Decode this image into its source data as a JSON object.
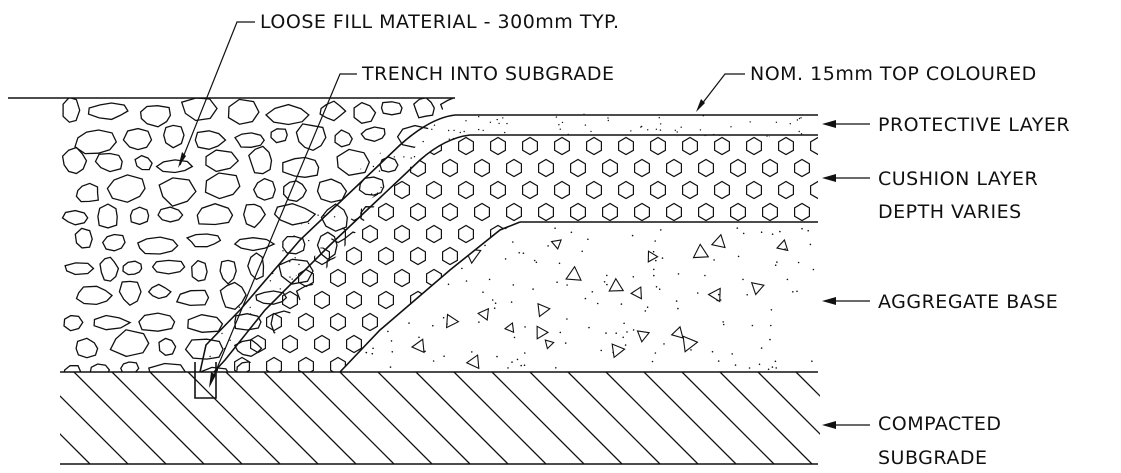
{
  "labels": {
    "loose_fill": "LOOSE FILL MATERIAL - 300mm TYP.",
    "trench": "TRENCH INTO SUBGRADE",
    "top_coloured": "NOM. 15mm TOP COLOURED",
    "protective": "PROTECTIVE LAYER",
    "cushion_1": "CUSHION LAYER",
    "cushion_2": "DEPTH VARIES",
    "aggregate": "AGGREGATE BASE",
    "subgrade_1": "COMPACTED",
    "subgrade_2": "SUBGRADE"
  },
  "colors": {
    "ink": "#111111",
    "paper": "#ffffff"
  }
}
